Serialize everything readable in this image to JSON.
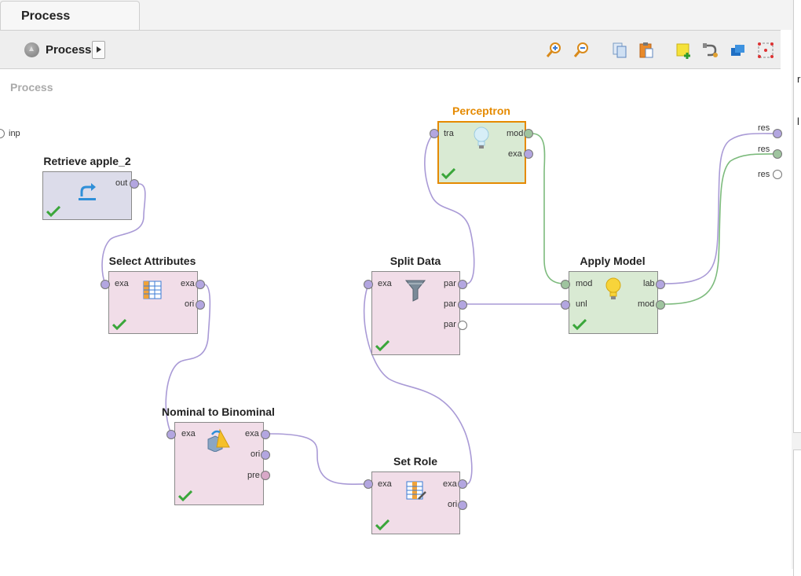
{
  "tab": {
    "label": "Process"
  },
  "breadcrumb": {
    "label": "Process"
  },
  "canvas": {
    "title": "Process",
    "input_port": "inp"
  },
  "toolbar": {
    "buttons": [
      "zoom-in-icon",
      "zoom-out-icon",
      "copy-icon",
      "paste-icon",
      "add-note-icon",
      "auto-wire-icon",
      "layers-icon",
      "fit-icon"
    ]
  },
  "right_panel": {
    "text1": "r",
    "text2": "l"
  },
  "operators": {
    "retrieve": {
      "name": "Retrieve apple_2",
      "out": "out"
    },
    "select": {
      "name": "Select Attributes",
      "in": "exa",
      "out1": "exa",
      "out2": "ori"
    },
    "nominal": {
      "name": "Nominal to Binominal",
      "in": "exa",
      "out1": "exa",
      "out2": "ori",
      "out3": "pre"
    },
    "setrole": {
      "name": "Set Role",
      "in": "exa",
      "out1": "exa",
      "out2": "ori"
    },
    "split": {
      "name": "Split Data",
      "in": "exa",
      "out1": "par",
      "out2": "par",
      "out3": "par"
    },
    "perceptron": {
      "name": "Perceptron",
      "in": "tra",
      "out1": "mod",
      "out2": "exa"
    },
    "apply": {
      "name": "Apply Model",
      "in1": "mod",
      "in2": "unl",
      "out1": "lab",
      "out2": "mod"
    }
  },
  "results": {
    "r1": "res",
    "r2": "res",
    "r3": "res"
  },
  "colors": {
    "example_port": "#b3a6e0",
    "model_port": "#9fc49f",
    "wire_example": "#a99ad6",
    "wire_model": "#7dbb7d",
    "selected_border": "#e58a00",
    "selected_title": "#e58a00"
  }
}
